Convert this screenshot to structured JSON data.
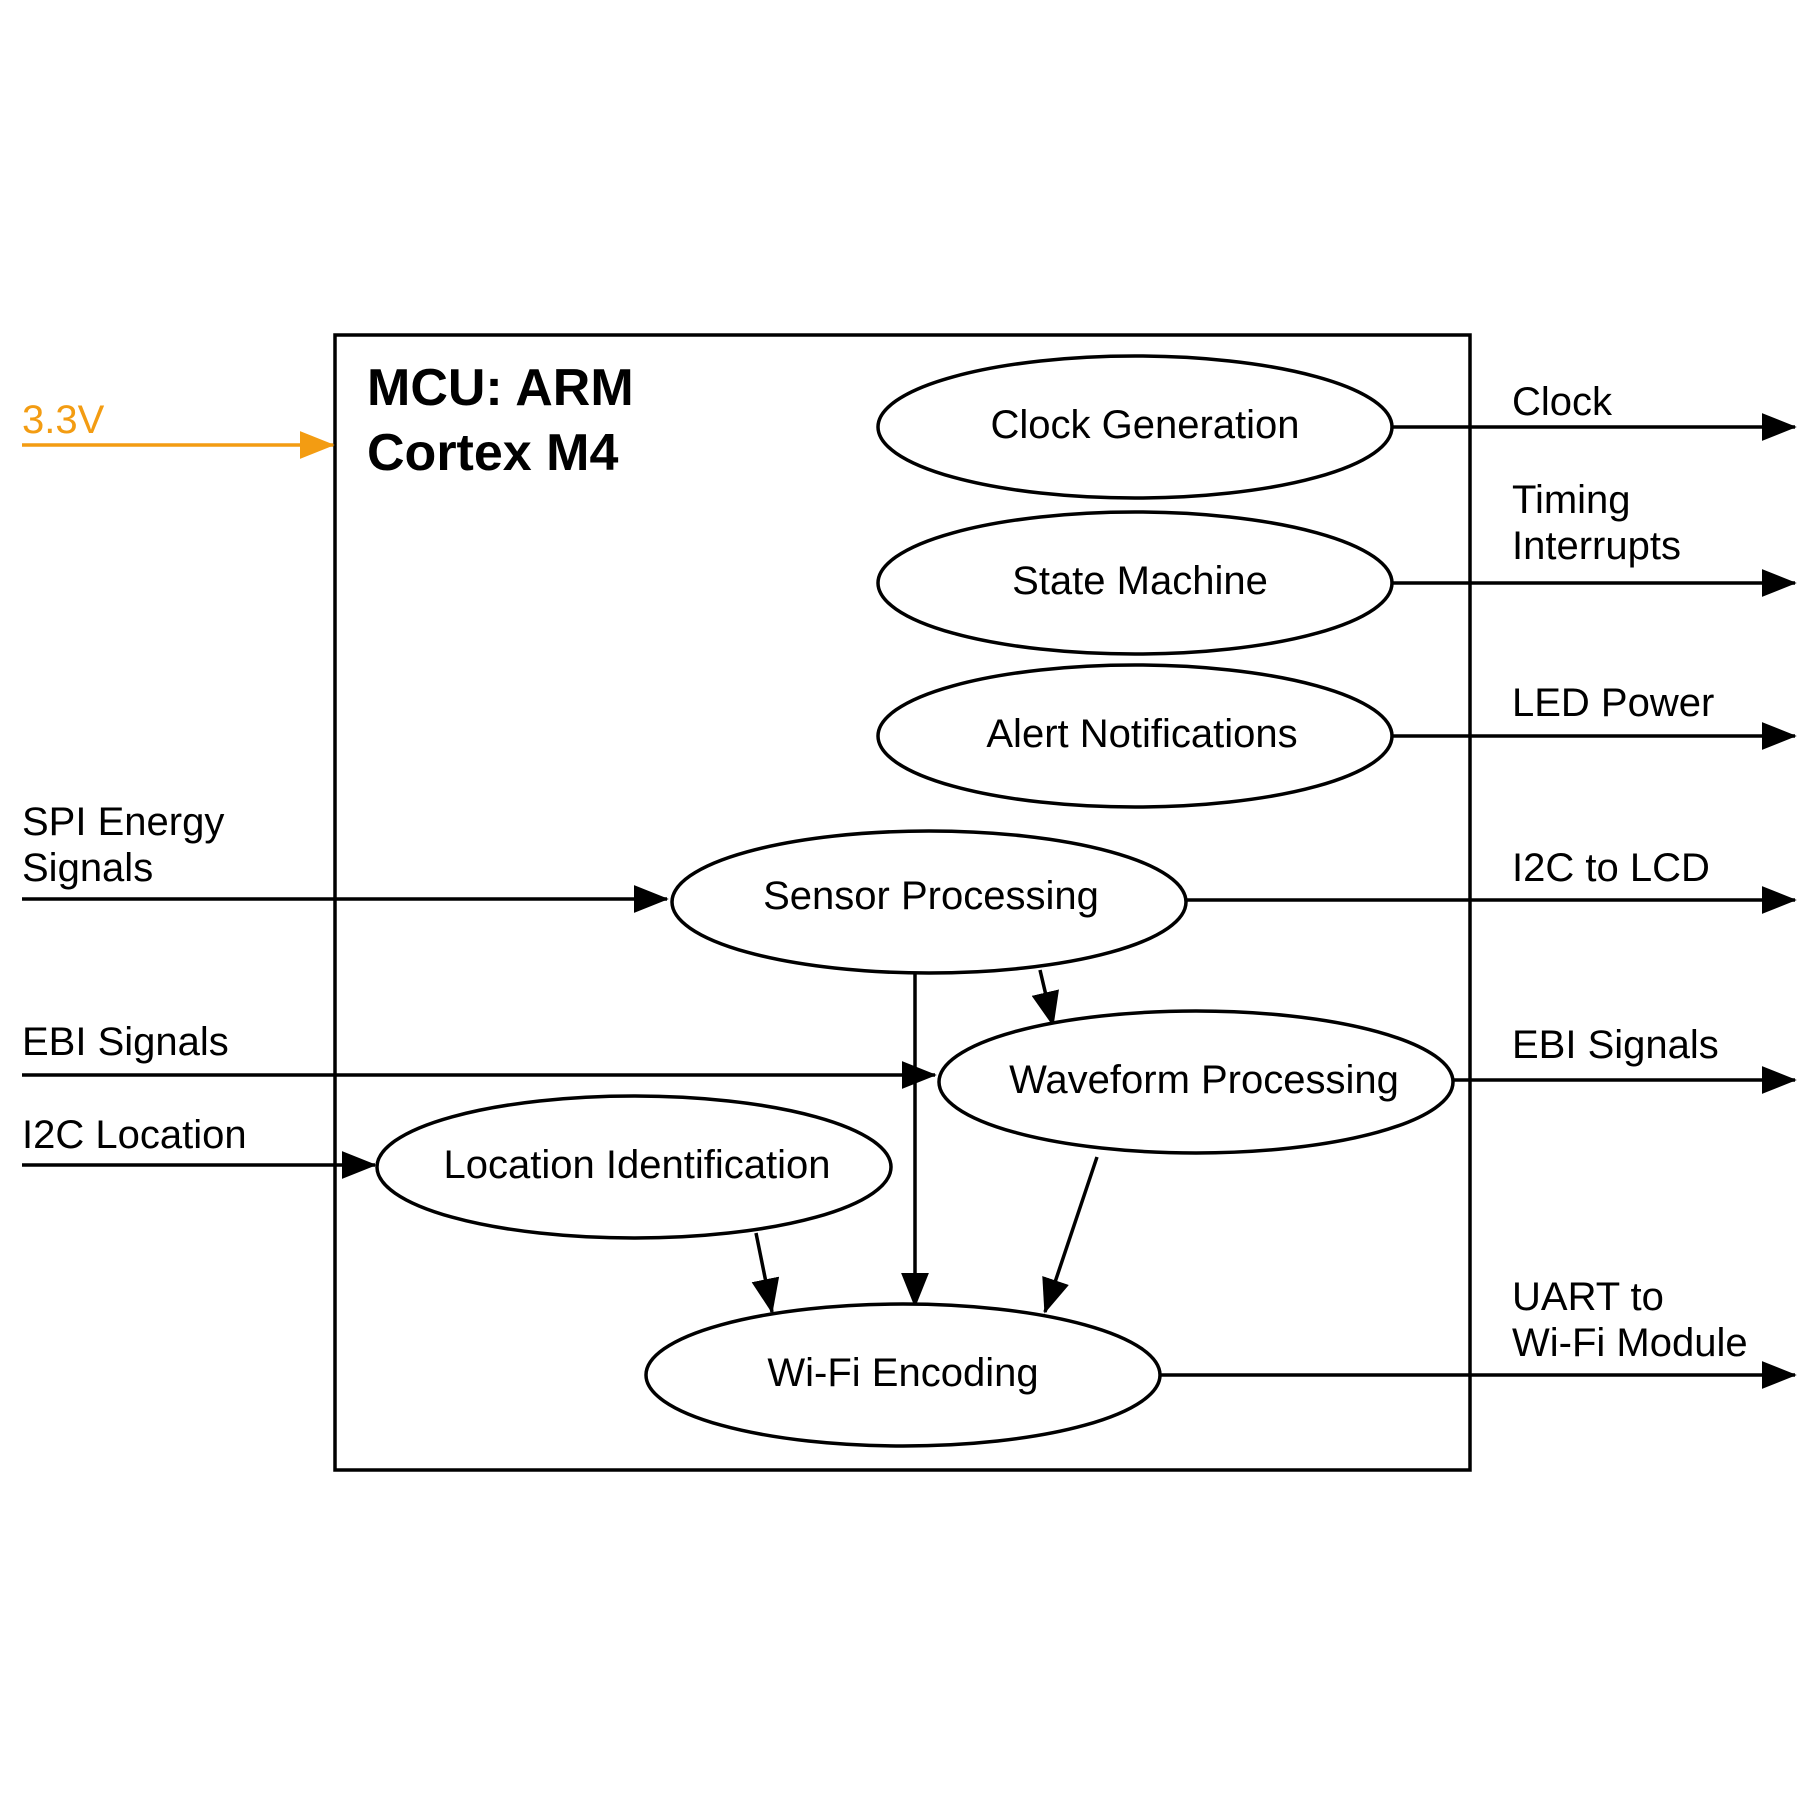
{
  "colors": {
    "power": "#F39C12",
    "line": "#000000"
  },
  "mcu": {
    "title_line1": "MCU: ARM",
    "title_line2": "Cortex M4"
  },
  "power_input": {
    "label": "3.3V"
  },
  "nodes": {
    "clock_generation": "Clock Generation",
    "state_machine": "State Machine",
    "alert_notifications": "Alert Notifications",
    "sensor_processing": "Sensor Processing",
    "waveform_processing": "Waveform Processing",
    "location_identification": "Location Identification",
    "wifi_encoding": "Wi-Fi Encoding"
  },
  "inputs": {
    "spi_line1": "SPI Energy",
    "spi_line2": "Signals",
    "ebi": "EBI Signals",
    "i2c_location": "I2C Location"
  },
  "outputs": {
    "clock": "Clock",
    "timing_line1": "Timing",
    "timing_line2": "Interrupts",
    "led_power": "LED Power",
    "i2c_lcd": "I2C to LCD",
    "ebi": "EBI Signals",
    "uart_line1": "UART to",
    "uart_line2": "Wi-Fi Module"
  }
}
